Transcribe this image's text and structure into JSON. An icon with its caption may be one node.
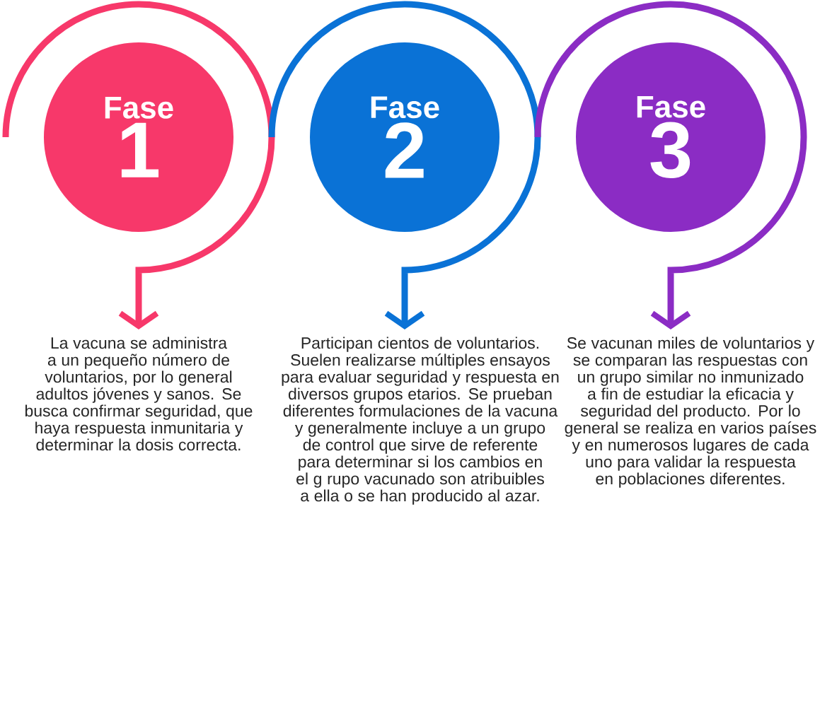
{
  "diagram": {
    "nodes": [
      {
        "text": [
          "Fase",
          "1"
        ]
      },
      {
        "text": [
          "Fase",
          "2"
        ]
      },
      {
        "text": [
          "Fase",
          "3"
        ]
      },
      {
        "text": [
          "La vacuna se administra a un pequeño número de voluntarios, por lo general adultos jóvenes y sanos. Se busca confirmar seguridad, que haya respuesta inmunitaria y determinar la dosis correcta."
        ]
      },
      {
        "text": [
          "Participan cientos de voluntarios. Suelen realizarse múltiples ensayos para evaluar seguridad y respuesta en diversos grupos etarios. Se prueban diferentes formulaciones de la vacuna y generalmente incluye a un grupo de control que sirve de referente para determinar si los cambios en el g rupo vacunado son atribuibles a ella o se han producido al azar."
        ]
      },
      {
        "text": [
          "Se vacunan miles de voluntarios y se comparan las respuestas con un grupo similar no inmunizado a fin de estudiar la eficacia y seguridad del producto. Por lo general se realiza en varios países y en numerosos lugares de cada uno para validar la respuesta en poblaciones diferentes."
        ]
      }
    ],
    "edges": [
      {
        "from": 0,
        "to": 3,
        "arrow": "to",
        "color": "#f7386a"
      },
      {
        "from": 1,
        "to": 4,
        "arrow": "to",
        "color": "#0a72d6"
      },
      {
        "from": 2,
        "to": 5,
        "arrow": "to",
        "color": "#8b2cc4"
      }
    ]
  }
}
